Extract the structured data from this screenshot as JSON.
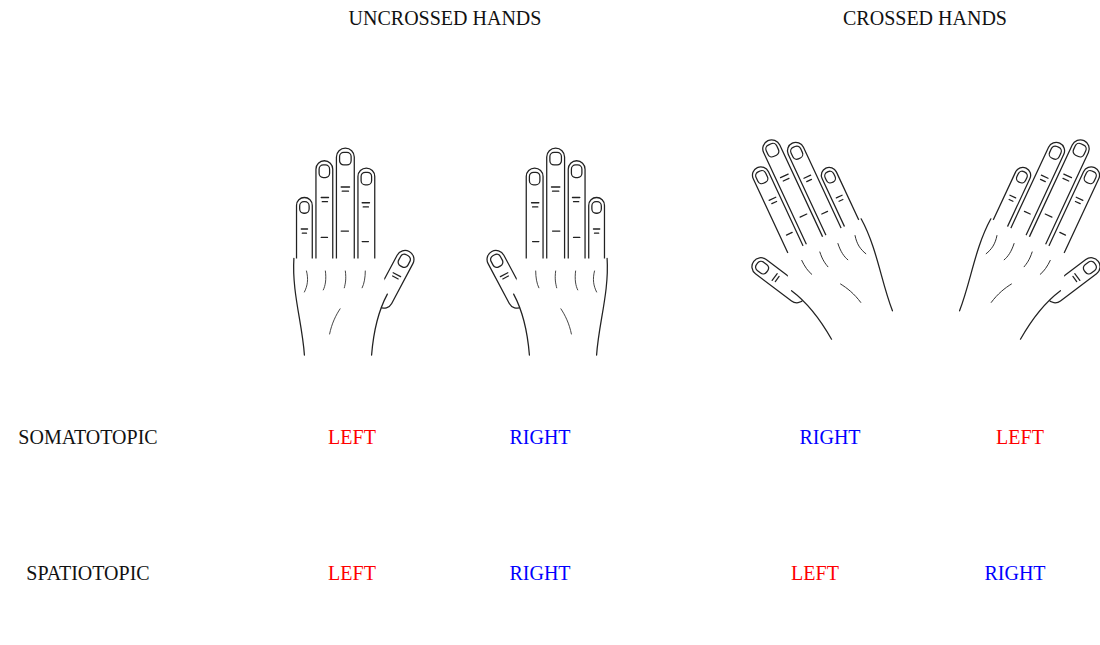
{
  "diagram": {
    "labels": [
      "UNCROSSED HANDS",
      "CROSSED HANDS",
      "SOMATOTOPIC",
      "LEFT",
      "RIGHT",
      "RIGHT",
      "LEFT",
      "SPATIOTOPIC",
      "LEFT",
      "RIGHT",
      "LEFT",
      "RIGHT"
    ]
  }
}
